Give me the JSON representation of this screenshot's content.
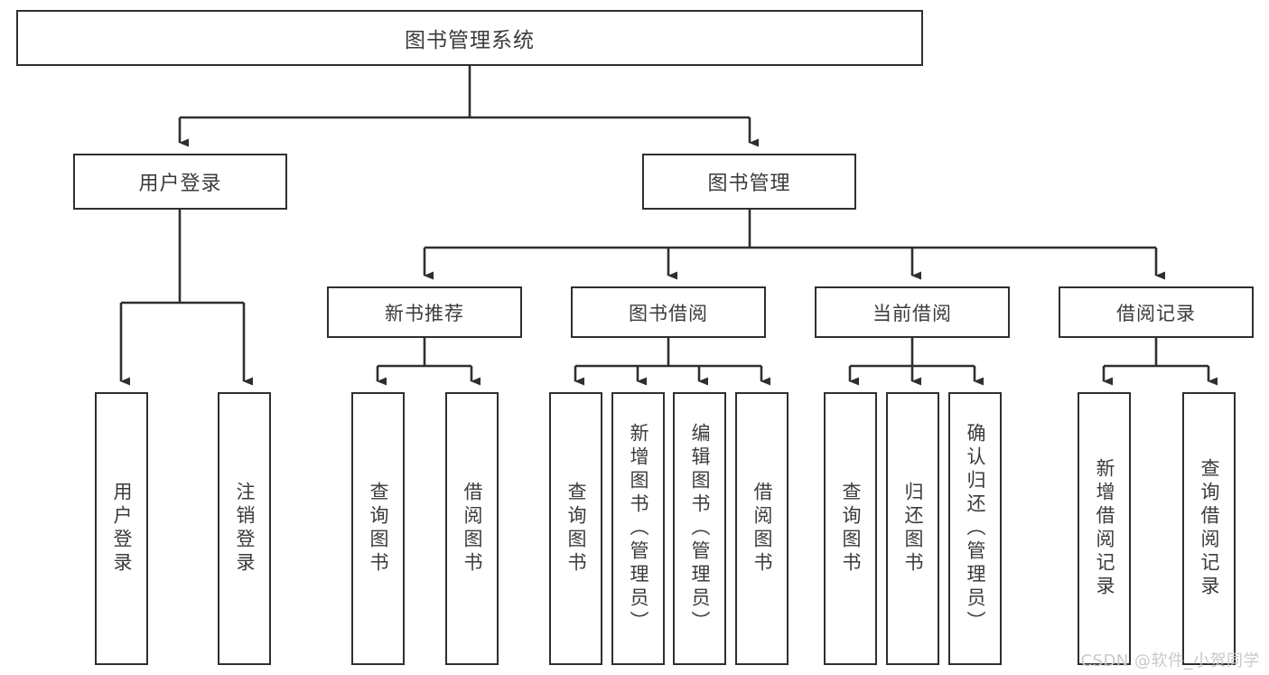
{
  "diagram": {
    "title": "图书管理系统",
    "type": "tree",
    "colors": {
      "background": "#ffffff",
      "box_border": "#2f2f2f",
      "box_fill": "#ffffff",
      "text": "#3b3b3b",
      "edge": "#2f2f2f",
      "watermark": "#c9c9c9"
    }
  },
  "watermark": {
    "text": "CSDN @软件_小贺同学"
  },
  "nodes": {
    "root": {
      "label": "图书管理系统"
    },
    "level1": [
      {
        "id": "user-login",
        "label": "用户登录"
      },
      {
        "id": "book-manage",
        "label": "图书管理"
      }
    ],
    "level2": [
      {
        "id": "new-book-recommend",
        "label": "新书推荐"
      },
      {
        "id": "book-borrow",
        "label": "图书借阅"
      },
      {
        "id": "current-borrow",
        "label": "当前借阅"
      },
      {
        "id": "borrow-record",
        "label": "借阅记录"
      }
    ],
    "leaves": [
      {
        "id": "leaf-user-login",
        "label": "用户登录",
        "parent": "user-login"
      },
      {
        "id": "leaf-user-logout",
        "label": "注销登录",
        "parent": "user-login"
      },
      {
        "id": "leaf-query-book-1",
        "label": "查询图书",
        "parent": "new-book-recommend"
      },
      {
        "id": "leaf-borrow-book-1",
        "label": "借阅图书",
        "parent": "new-book-recommend"
      },
      {
        "id": "leaf-query-book-2",
        "label": "查询图书",
        "parent": "book-borrow"
      },
      {
        "id": "leaf-add-book",
        "label": "新增图书（管理员）",
        "parent": "book-borrow"
      },
      {
        "id": "leaf-edit-book",
        "label": "编辑图书（管理员）",
        "parent": "book-borrow"
      },
      {
        "id": "leaf-borrow-book-2",
        "label": "借阅图书",
        "parent": "book-borrow"
      },
      {
        "id": "leaf-query-book-3",
        "label": "查询图书",
        "parent": "current-borrow"
      },
      {
        "id": "leaf-return-book",
        "label": "归还图书",
        "parent": "current-borrow"
      },
      {
        "id": "leaf-confirm-return",
        "label": "确认归还（管理员）",
        "parent": "current-borrow"
      },
      {
        "id": "leaf-add-record",
        "label": "新增借阅记录",
        "parent": "borrow-record"
      },
      {
        "id": "leaf-query-record",
        "label": "查询借阅记录",
        "parent": "borrow-record"
      }
    ]
  }
}
